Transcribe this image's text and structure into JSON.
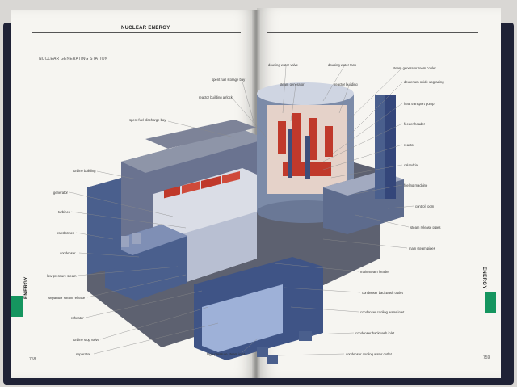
{
  "header": {
    "title": "NUCLEAR ENERGY",
    "section_subtitle": "NUCLEAR GENERATING STATION"
  },
  "side_tabs": {
    "left": "ENERGY",
    "right": "ENERGY"
  },
  "page_numbers": {
    "left": "758",
    "right": "759"
  },
  "labels": {
    "spent_fuel_storage_bay": "spent fuel storage bay",
    "reactor_building_airlock": "reactor building airlock",
    "spent_fuel_discharge_bay": "spent fuel discharge bay",
    "turbine_building": "turbine building",
    "generator": "generator",
    "turbines": "turbines",
    "transformer": "transformer",
    "condenser": "condenser",
    "low_pressure_steam": "low-pressure steam",
    "separator_steam_release": "separator steam release",
    "reheater": "reheater",
    "turbine_stop_valve": "turbine stop valve",
    "separator": "separator",
    "high_pressure_steam_inlet": "high-pressure steam inlet",
    "dousing_water_valve": "dousing water valve",
    "dousing_water_tank": "dousing water tank",
    "steam_generator_room_cooler": "steam generator room cooler",
    "steam_generator": "steam generator",
    "reactor_building": "reactor building",
    "deuterium_oxide_upgrading": "deuterium oxide upgrading",
    "heat_transport_pump": "heat transport pump",
    "feeder_header": "feeder header",
    "reactor": "reactor",
    "calandria": "calandria",
    "fueling_machine": "fueling machine",
    "control_room": "control room",
    "steam_release_pipes": "steam release pipes",
    "main_steam_pipes": "main steam pipes",
    "main_steam_header": "main steam header",
    "condenser_backwash_outlet": "condenser backwash outlet",
    "condenser_cooling_water_inlet": "condenser cooling water inlet",
    "condenser_backwash_inlet": "condenser backwash inlet",
    "condenser_cooling_water_outlet": "condenser cooling water outlet"
  },
  "colors": {
    "accent_green": "#15955f",
    "building_blue": "#4a5f8d",
    "roof_grey": "#5d6170",
    "reactor_red": "#c0392b",
    "book_cover": "#1f2236"
  }
}
